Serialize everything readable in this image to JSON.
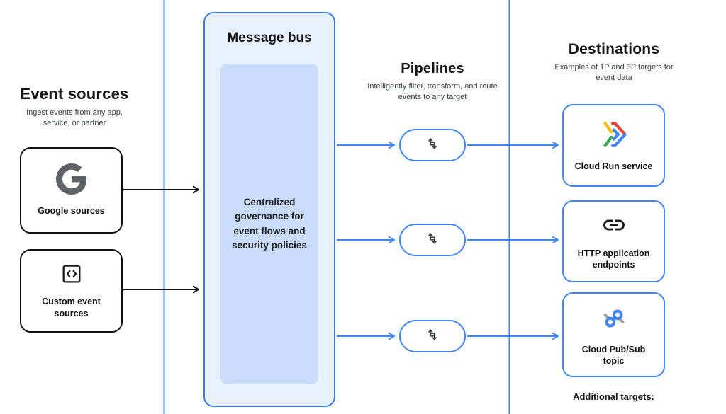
{
  "colors": {
    "accent_blue": "#4285f4",
    "bus_fill": "#e8f0fe",
    "bus_inner_fill": "#c9dcfb",
    "black": "#111111",
    "icon_gray": "#5f6368",
    "stub_gray": "#9aa0a6",
    "google_red": "#ea4335",
    "google_yellow": "#fbbc04",
    "google_green": "#34a853"
  },
  "event_sources": {
    "title": "Event sources",
    "subtitle": "Ingest events from any app, service, or partner",
    "items": [
      {
        "label": "Google sources",
        "icon": "google-g-icon"
      },
      {
        "label": "Custom event sources",
        "icon": "code-brackets-icon"
      }
    ]
  },
  "message_bus": {
    "title": "Message bus",
    "body": "Centralized governance for event flows and security policies"
  },
  "pipelines": {
    "title": "Pipelines",
    "subtitle": "Intelligently filter, transform, and route events to any target",
    "pill_count": 3,
    "icon": "swap-arrows-icon"
  },
  "destinations": {
    "title": "Destinations",
    "subtitle": "Examples of 1P and 3P targets for event data",
    "items": [
      {
        "label": "Cloud Run service",
        "icon": "cloud-run-icon"
      },
      {
        "label": "HTTP application endpoints",
        "icon": "link-icon"
      },
      {
        "label": "Cloud Pub/Sub topic",
        "icon": "pubsub-icon"
      }
    ],
    "footer": "Additional targets:"
  }
}
